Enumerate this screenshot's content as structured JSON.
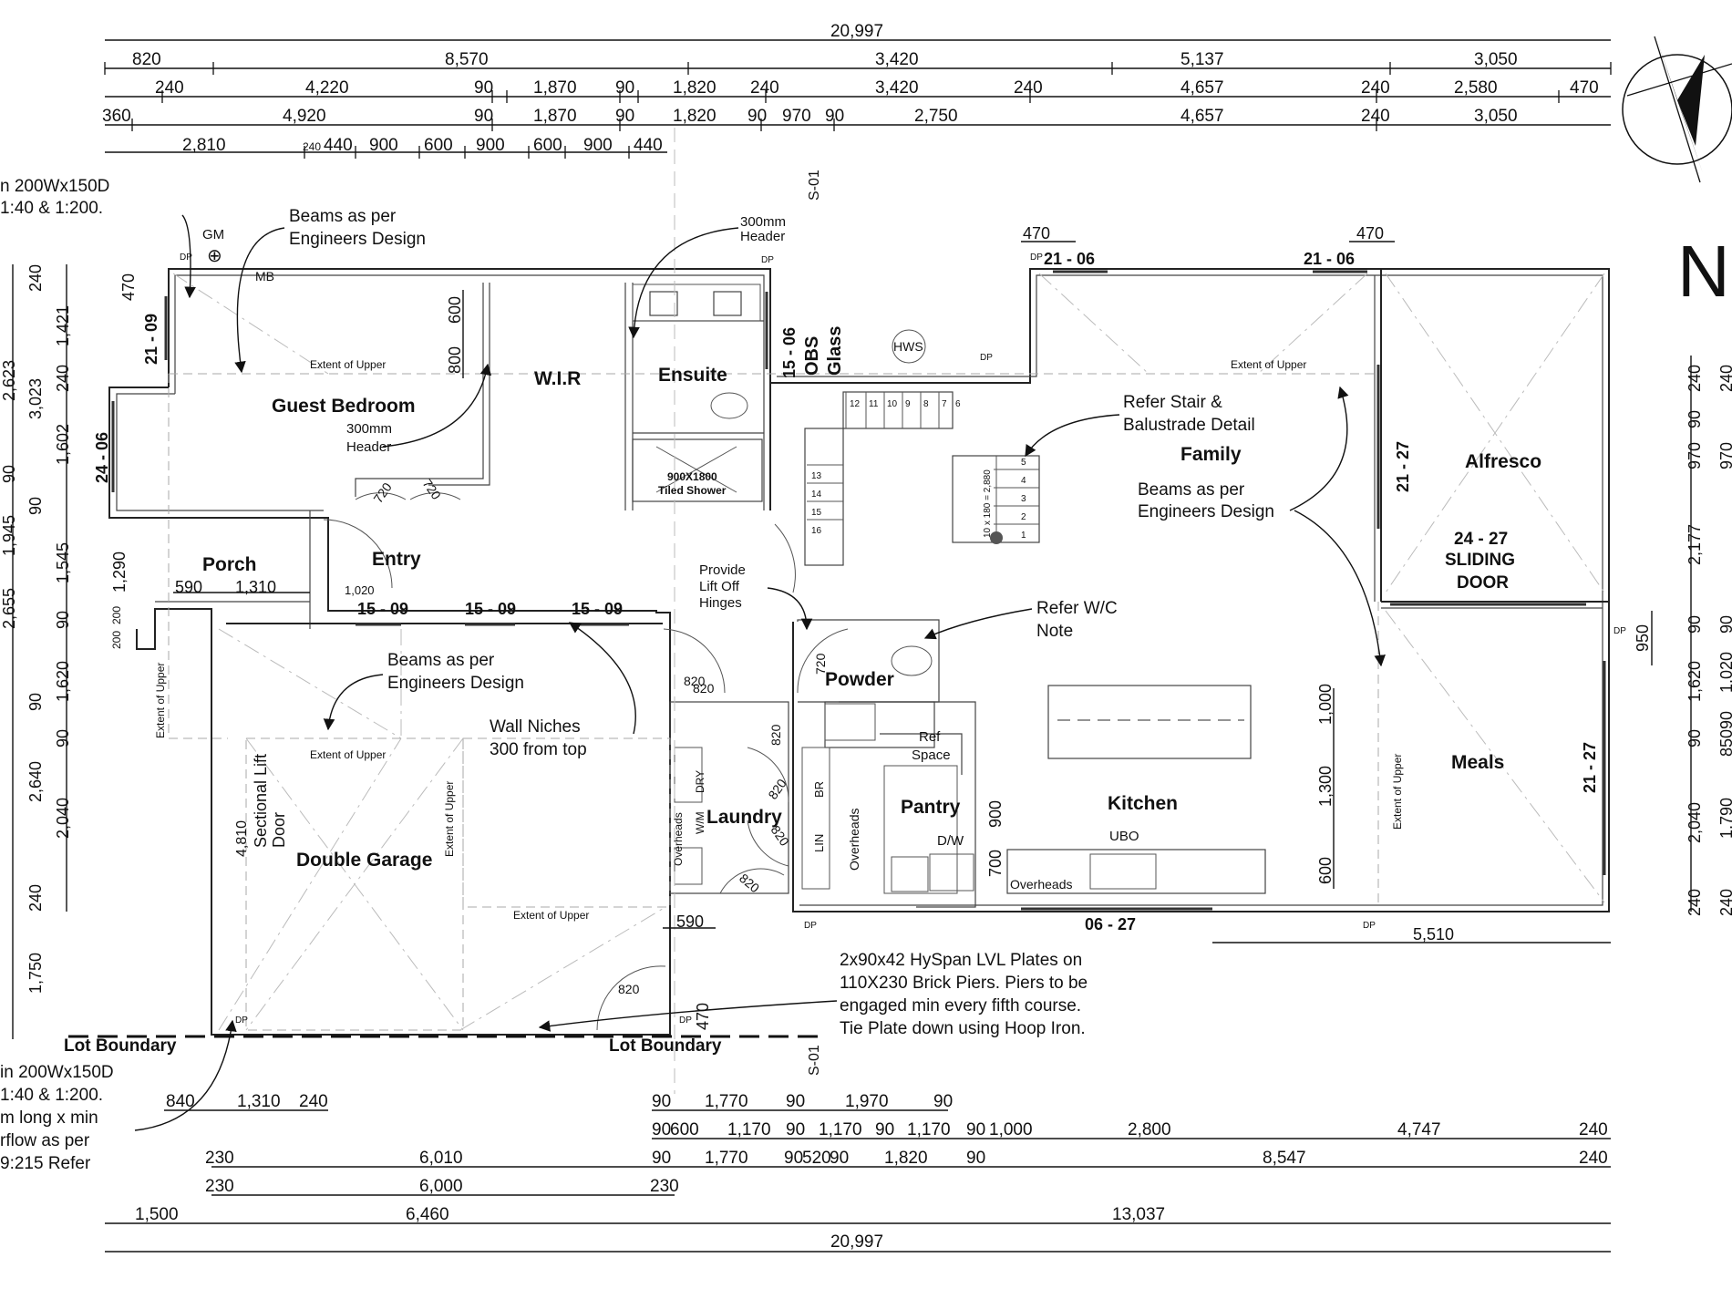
{
  "rooms": {
    "guest_bedroom": "Guest Bedroom",
    "wir": "W.I.R",
    "ensuite": "Ensuite",
    "porch": "Porch",
    "entry": "Entry",
    "double_garage": "Double Garage",
    "laundry": "Laundry",
    "powder": "Powder",
    "pantry": "Pantry",
    "kitchen": "Kitchen",
    "family": "Family",
    "alfresco": "Alfresco",
    "meals": "Meals"
  },
  "labels": {
    "shower_size": "900X1800",
    "shower": "Tiled Shower",
    "obs": "OBS",
    "glass": "Glass",
    "hws": "HWS",
    "gm": "GM",
    "mb": "MB",
    "dp": "DP",
    "ref": "Ref",
    "space": "Space",
    "dw": "D/W",
    "ubo": "UBO",
    "overheads": "Overheads",
    "wm": "W/M",
    "dr": "DRY",
    "br": "BR",
    "lin": "LIN",
    "sectional_1": "Sectional Lift",
    "sectional_2": "Door",
    "garage_door_width": "4,810",
    "sliding_1": "24 - 27",
    "sliding_2": "SLIDING",
    "sliding_3": "DOOR",
    "extent_upper": "Extent of Upper",
    "lot_boundary": "Lot Boundary",
    "north": "N",
    "header_300": "300mm",
    "header": "Header",
    "s01": "S-01",
    "stair_numbers": [
      "12",
      "11",
      "10",
      "9",
      "8",
      "7",
      "6",
      "13",
      "14",
      "15",
      "16",
      "5",
      "4",
      "3",
      "2",
      "1"
    ],
    "stair_dim": "10 x 180 = 2,880"
  },
  "windows": {
    "w1": "21 - 09",
    "w2": "24 - 06",
    "w3": "15 - 06",
    "w4": "21 - 06",
    "w5": "21 - 06",
    "w6": "21 - 27",
    "w7": "15 - 09",
    "w8": "15 - 09",
    "w9": "15 - 09",
    "w10": "21 - 27",
    "w11": "06 - 27"
  },
  "notes": {
    "n_tl1": "n 200Wx150D",
    "n_tl2": "1:40 & 1:200.",
    "beams1a": "Beams as per",
    "beams1b": "Engineers Design",
    "header_top_a": "300mm",
    "header_top_b": "Header",
    "stair_a": "Refer Stair &",
    "stair_b": "Balustrade Detail",
    "beams2a": "Beams as per",
    "beams2b": "Engineers Design",
    "lift_a": "Provide",
    "lift_b": "Lift Off",
    "lift_c": "Hinges",
    "wc_a": "Refer W/C",
    "wc_b": "Note",
    "beams3a": "Beams as per",
    "beams3b": "Engineers Design",
    "niche_a": "Wall Niches",
    "niche_b": "300 from top",
    "plates_1": "2x90x42 HySpan LVL Plates on",
    "plates_2": "110X230 Brick Piers. Piers to be",
    "plates_3": "engaged min every fifth course.",
    "plates_4": "Tie Plate down using Hoop Iron.",
    "bl_1": "in 200Wx150D",
    "bl_2": "1:40 & 1:200.",
    "bl_3": "m long x min",
    "bl_4": "rflow as per",
    "bl_5": "9:215 Refer"
  },
  "dims": {
    "top1": {
      "total": "20,997"
    },
    "top2": [
      "820",
      "8,570",
      "3,420",
      "5,137",
      "3,050"
    ],
    "top3": [
      "240",
      "4,220",
      "90",
      "1,870",
      "90",
      "1,820",
      "240",
      "3,420",
      "240",
      "4,657",
      "240",
      "2,580",
      "470"
    ],
    "top4": [
      "360",
      "4,920",
      "90",
      "1,870",
      "90",
      "1,820",
      "90",
      "970",
      "90",
      "2,750",
      "4,657",
      "240",
      "3,050"
    ],
    "top5": [
      "2,810",
      "240",
      "440",
      "900",
      "600",
      "900",
      "600",
      "900",
      "440"
    ],
    "bot1": [
      "840",
      "1,310",
      "240",
      "90",
      "1,770",
      "90",
      "1,970",
      "90"
    ],
    "bot2": [
      "90",
      "600",
      "1,170",
      "90",
      "1,170",
      "90",
      "1,170",
      "90",
      "1,000",
      "2,800",
      "4,747",
      "240"
    ],
    "bot3": [
      "230",
      "6,010",
      "90",
      "1,770",
      "90",
      "520",
      "90",
      "1,820",
      "90",
      "8,547",
      "240"
    ],
    "bot4": [
      "230",
      "6,000",
      "230"
    ],
    "bot5": [
      "1,500",
      "6,460",
      "13,037"
    ],
    "bot6": {
      "total": "20,997"
    },
    "left": [
      "240",
      "1,421",
      "2,623",
      "240",
      "3,023",
      "1,602",
      "90",
      "1,945",
      "90",
      "1,545",
      "2,655",
      "90",
      "1,620",
      "90",
      "2,640",
      "90",
      "2,040",
      "240",
      "1,750"
    ],
    "right": [
      "240",
      "90",
      "970",
      "2,177",
      "90",
      "1,620",
      "90",
      "2,040",
      "240",
      "240",
      "970",
      "90",
      "1,020",
      "90",
      "850",
      "1,790",
      "240"
    ],
    "inner": [
      "470",
      "600",
      "800",
      "470",
      "470",
      "1,290",
      "590",
      "1,310",
      "1,020",
      "200",
      "200",
      "720",
      "720",
      "820",
      "820",
      "820",
      "820",
      "820",
      "820",
      "720",
      "900",
      "700",
      "1,000",
      "1,300",
      "600",
      "950",
      "590",
      "470",
      "5,510",
      "820"
    ]
  }
}
